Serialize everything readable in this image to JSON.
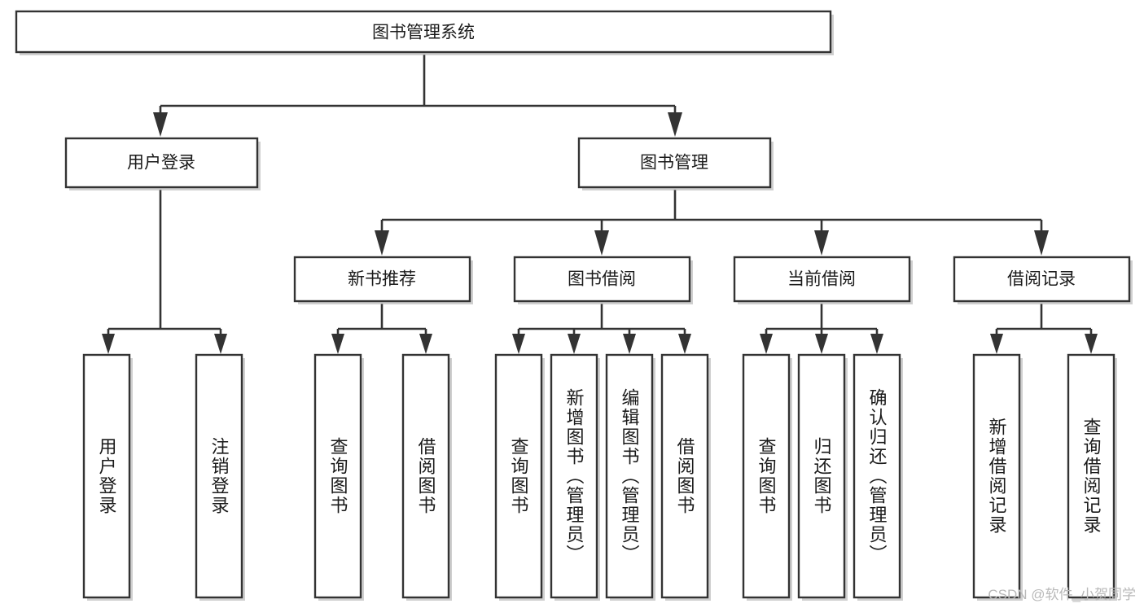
{
  "diagram": {
    "type": "tree",
    "title": "图书管理系统",
    "watermark": "CSDN @软件_小贺同学",
    "colors": {
      "box_stroke": "#333333",
      "box_fill": "#ffffff",
      "edge": "#333333",
      "text": "#1a1a1a",
      "watermark": "#b9b9b9",
      "background": "#ffffff"
    },
    "levels": {
      "root": {
        "label": "图书管理系统"
      },
      "level2": [
        {
          "label": "用户登录"
        },
        {
          "label": "图书管理"
        }
      ],
      "level3": [
        {
          "label": "新书推荐"
        },
        {
          "label": "图书借阅"
        },
        {
          "label": "当前借阅"
        },
        {
          "label": "借阅记录"
        }
      ],
      "leaves": {
        "user_login": [
          {
            "label": "用户登录"
          },
          {
            "label": "注销登录"
          }
        ],
        "new_book": [
          {
            "label": "查询图书"
          },
          {
            "label": "借阅图书"
          }
        ],
        "book_borrow": [
          {
            "label": "查询图书"
          },
          {
            "label": "新增图书（管理员）"
          },
          {
            "label": "编辑图书（管理员）"
          },
          {
            "label": "借阅图书"
          }
        ],
        "current_borrow": [
          {
            "label": "查询图书"
          },
          {
            "label": "归还图书"
          },
          {
            "label": "确认归还（管理员）"
          }
        ],
        "borrow_record": [
          {
            "label": "新增借阅记录"
          },
          {
            "label": "查询借阅记录"
          }
        ]
      }
    }
  }
}
